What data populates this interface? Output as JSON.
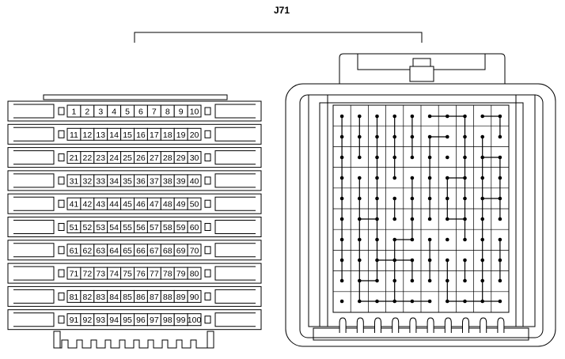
{
  "diagram": {
    "title": "J71",
    "left_connector": {
      "rows": [
        [
          "1",
          "2",
          "3",
          "4",
          "5",
          "6",
          "7",
          "8",
          "9",
          "10"
        ],
        [
          "11",
          "12",
          "13",
          "14",
          "15",
          "16",
          "17",
          "18",
          "19",
          "20"
        ],
        [
          "21",
          "22",
          "23",
          "24",
          "25",
          "26",
          "27",
          "28",
          "29",
          "30"
        ],
        [
          "31",
          "32",
          "33",
          "34",
          "35",
          "36",
          "37",
          "38",
          "39",
          "40"
        ],
        [
          "41",
          "42",
          "43",
          "44",
          "45",
          "46",
          "47",
          "48",
          "49",
          "50"
        ],
        [
          "51",
          "52",
          "53",
          "54",
          "55",
          "56",
          "57",
          "58",
          "59",
          "60"
        ],
        [
          "61",
          "62",
          "63",
          "64",
          "65",
          "66",
          "67",
          "68",
          "69",
          "70"
        ],
        [
          "71",
          "72",
          "73",
          "74",
          "75",
          "76",
          "77",
          "78",
          "79",
          "80"
        ],
        [
          "81",
          "82",
          "83",
          "84",
          "85",
          "86",
          "87",
          "88",
          "89",
          "90"
        ],
        [
          "91",
          "92",
          "93",
          "94",
          "95",
          "96",
          "97",
          "98",
          "99",
          "100"
        ]
      ]
    },
    "right_connector": {
      "grid_columns": 10,
      "grid_rows": 10,
      "release_tabs": 10,
      "vertical_links": [
        [
          0,
          0,
          1
        ],
        [
          0,
          1,
          2
        ],
        [
          0,
          2,
          3
        ],
        [
          0,
          3,
          4
        ],
        [
          0,
          4,
          5
        ],
        [
          0,
          5,
          6
        ],
        [
          0,
          6,
          7
        ],
        [
          0,
          7,
          8
        ],
        [
          1,
          0,
          1
        ],
        [
          1,
          1,
          2
        ],
        [
          1,
          3,
          4
        ],
        [
          1,
          4,
          5
        ],
        [
          1,
          5,
          6
        ],
        [
          1,
          6,
          7
        ],
        [
          1,
          7,
          8
        ],
        [
          1,
          8,
          9
        ],
        [
          2,
          0,
          1
        ],
        [
          2,
          1,
          2
        ],
        [
          2,
          2,
          3
        ],
        [
          2,
          3,
          4
        ],
        [
          2,
          4,
          5
        ],
        [
          2,
          5,
          6
        ],
        [
          2,
          6,
          7
        ],
        [
          2,
          7,
          8
        ],
        [
          3,
          0,
          1
        ],
        [
          3,
          1,
          2
        ],
        [
          3,
          2,
          3
        ],
        [
          3,
          4,
          5
        ],
        [
          3,
          6,
          7
        ],
        [
          3,
          7,
          8
        ],
        [
          3,
          8,
          9
        ],
        [
          4,
          0,
          1
        ],
        [
          4,
          1,
          2
        ],
        [
          4,
          3,
          4
        ],
        [
          4,
          4,
          5
        ],
        [
          4,
          5,
          6
        ],
        [
          4,
          7,
          8
        ],
        [
          5,
          1,
          2
        ],
        [
          5,
          2,
          3
        ],
        [
          5,
          3,
          4
        ],
        [
          5,
          4,
          5
        ],
        [
          5,
          6,
          7
        ],
        [
          5,
          7,
          8
        ],
        [
          6,
          3,
          4
        ],
        [
          6,
          4,
          5
        ],
        [
          6,
          7,
          8
        ],
        [
          6,
          8,
          9
        ],
        [
          7,
          0,
          1
        ],
        [
          7,
          1,
          2
        ],
        [
          7,
          2,
          3
        ],
        [
          7,
          3,
          4
        ],
        [
          7,
          4,
          5
        ],
        [
          7,
          5,
          6
        ],
        [
          7,
          7,
          8
        ],
        [
          8,
          1,
          2
        ],
        [
          8,
          2,
          3
        ],
        [
          8,
          3,
          4
        ],
        [
          8,
          4,
          5
        ],
        [
          8,
          5,
          6
        ],
        [
          8,
          6,
          7
        ],
        [
          8,
          7,
          8
        ],
        [
          8,
          8,
          9
        ],
        [
          9,
          0,
          1
        ],
        [
          9,
          2,
          3
        ],
        [
          9,
          3,
          4
        ],
        [
          9,
          4,
          5
        ],
        [
          9,
          6,
          7
        ],
        [
          9,
          7,
          8
        ]
      ],
      "horizontal_links": [
        [
          0,
          5,
          7
        ],
        [
          0,
          8,
          9
        ],
        [
          1,
          5,
          6
        ],
        [
          2,
          8,
          9
        ],
        [
          3,
          6,
          7
        ],
        [
          4,
          8,
          9
        ],
        [
          5,
          1,
          2
        ],
        [
          5,
          6,
          7
        ],
        [
          6,
          3,
          4
        ],
        [
          7,
          2,
          4
        ],
        [
          8,
          1,
          2
        ],
        [
          9,
          1,
          5
        ],
        [
          9,
          6,
          9
        ]
      ]
    }
  }
}
